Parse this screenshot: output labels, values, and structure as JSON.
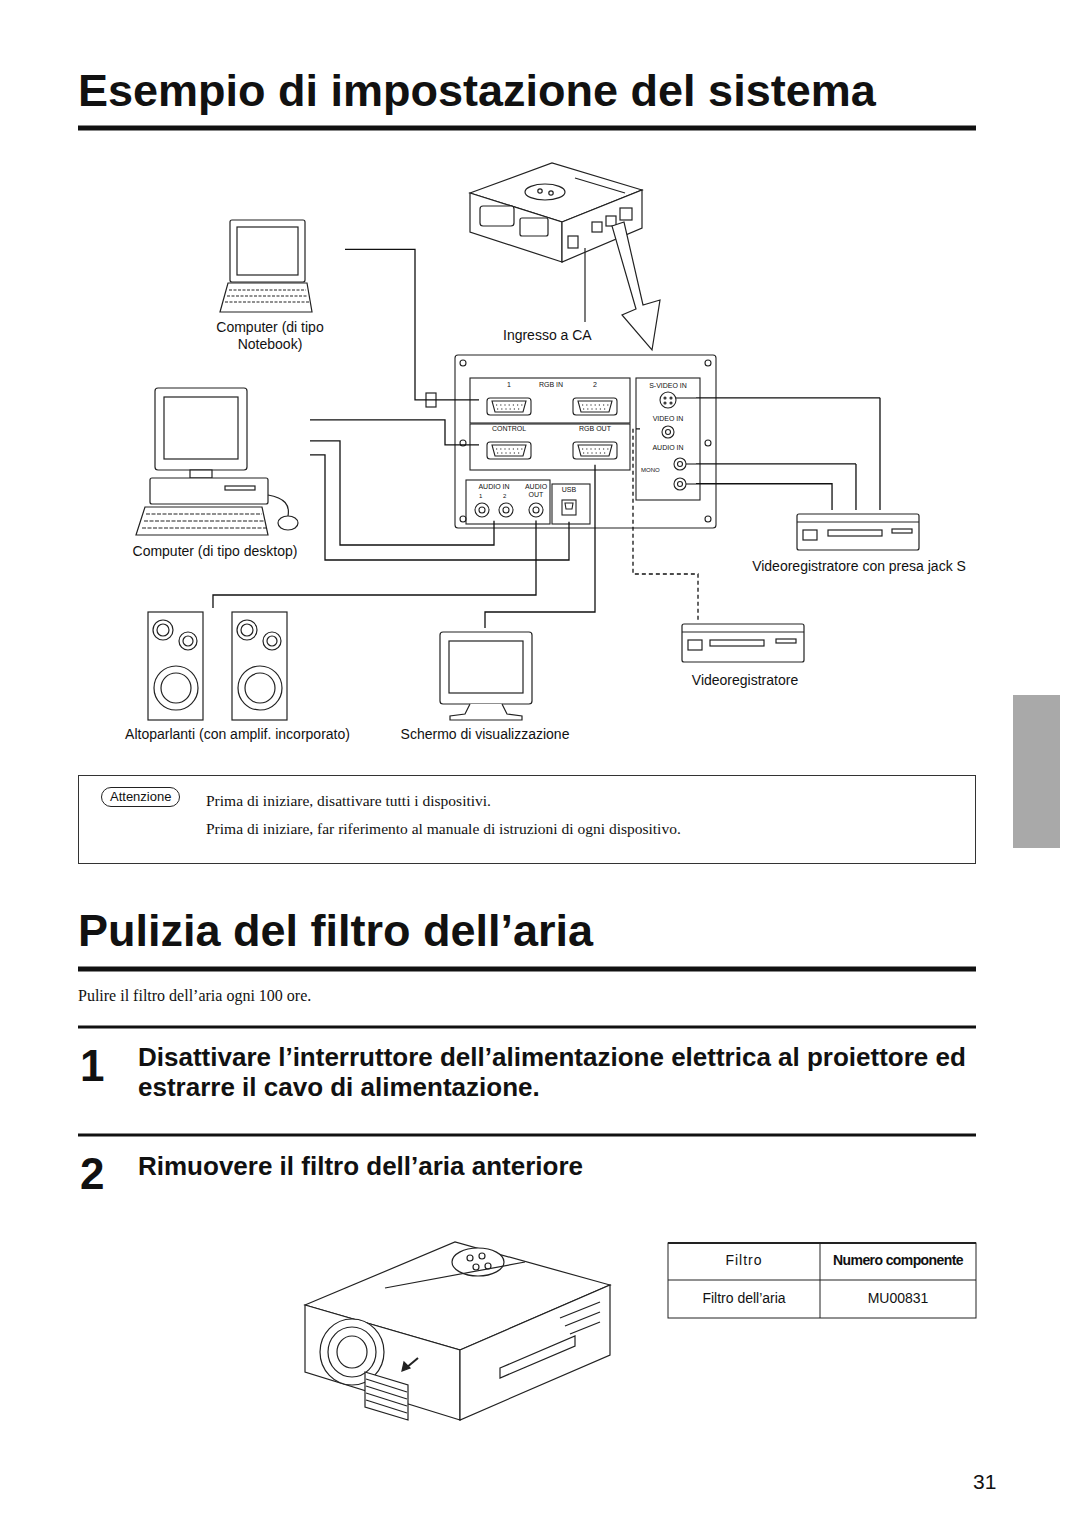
{
  "diagram": {
    "title": "Esempio di impostazione del sistema",
    "nodes": [
      {
        "text": [
          "Computer (di tipo Notebook)"
        ]
      },
      {
        "text": [
          "Computer (di tipo desktop)"
        ]
      },
      {
        "text": [
          "Altoparlanti (con amplif. incorporato)"
        ]
      },
      {
        "text": [
          "Schermo di visualizzazione"
        ]
      },
      {
        "text": [
          "Videoregistratore con presa jack S"
        ]
      },
      {
        "text": [
          "Videoregistratore"
        ]
      },
      {
        "text": [
          "1"
        ]
      },
      {
        "text": [
          "2"
        ]
      },
      {
        "text": [
          "CONTROL"
        ]
      },
      {
        "text": [
          "RGB OUT"
        ]
      },
      {
        "text": [
          "S-VIDEO IN"
        ]
      },
      {
        "text": [
          "VIDEO IN"
        ]
      },
      {
        "text": [
          "AUDIO IN"
        ]
      },
      {
        "text": [
          "AUDIO IN"
        ]
      },
      {
        "text": [
          "AUDIO OUT"
        ]
      },
      {
        "text": [
          "USB"
        ]
      },
      {
        "text": [
          "Prima di iniziare, disattivare tutti i dispositivi.",
          "Prima di iniziare, far riferimento al manuale di istruzioni di ogni dispositivo."
        ]
      },
      {
        "text": [
          "Attenzione"
        ],
        "in": 16
      }
    ],
    "edges": [
      {
        "from": 0,
        "to": 6,
        "arrow": "none"
      },
      {
        "from": 1,
        "to": 8,
        "arrow": "none"
      },
      {
        "from": 1,
        "to": 13,
        "arrow": "none"
      },
      {
        "from": 1,
        "to": 15,
        "arrow": "none"
      },
      {
        "from": 2,
        "to": 14,
        "arrow": "none"
      },
      {
        "from": 9,
        "to": 3,
        "arrow": "none"
      },
      {
        "from": 10,
        "to": 4,
        "arrow": "none"
      },
      {
        "from": 12,
        "to": 4,
        "arrow": "none"
      },
      {
        "from": 12,
        "to": 4,
        "arrow": "none"
      },
      {
        "from": 11,
        "to": 5,
        "arrow": "none"
      }
    ],
    "labels": [
      "Ingresso a CA",
      "RGB IN",
      "MONO",
      "1",
      "2",
      "Pulizia del filtro dell’aria",
      "Pulire il filtro dell’aria ogni 100 ore.",
      "1",
      "Disattivare l’interruttore dell’alimentazione elettrica al proiettore ed estrarre il cavo di alimentazione.",
      "2",
      "Rimuovere il filtro dell’aria anteriore",
      "Filtro",
      "Numero componente",
      "Filtro dell’aria",
      "MU00831",
      "31"
    ]
  }
}
